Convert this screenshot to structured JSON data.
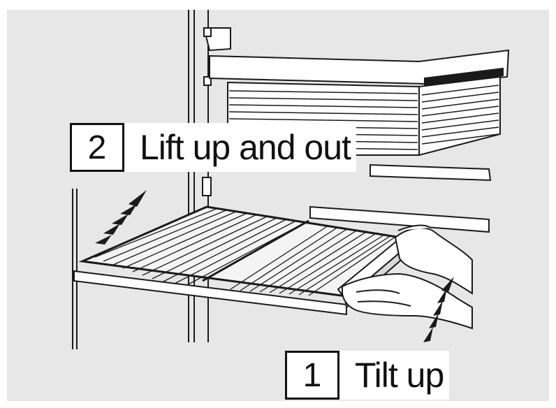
{
  "colors": {
    "background": "#ffffff",
    "panel": "#e7e7e7",
    "line": "#1a1a1a"
  },
  "steps": [
    {
      "number": "2",
      "label": "Lift up and out"
    },
    {
      "number": "1",
      "label": "Tilt up"
    }
  ]
}
